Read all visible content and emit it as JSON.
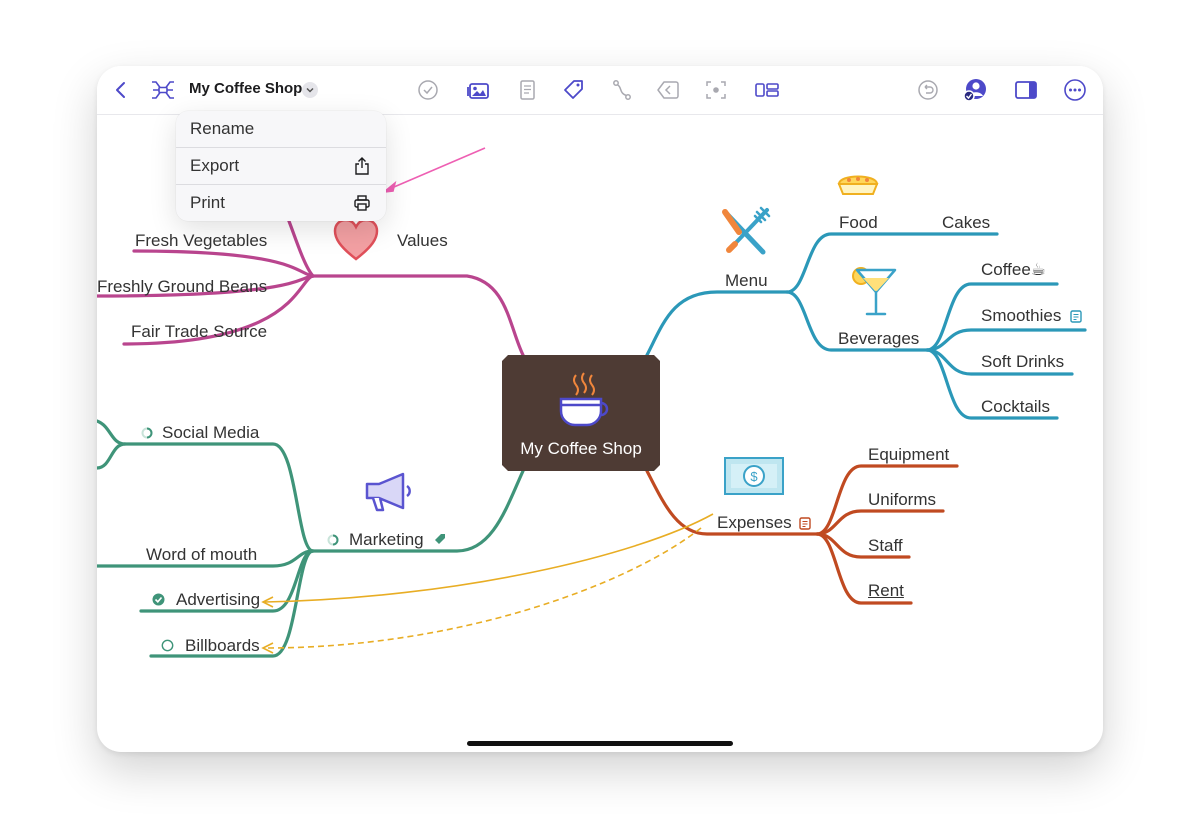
{
  "toolbar": {
    "title": "My Coffee Shop"
  },
  "menu": {
    "items": [
      "Rename",
      "Export",
      "Print"
    ]
  },
  "map": {
    "central": "My Coffee Shop",
    "values": {
      "label": "Values",
      "children": [
        "Fresh Vegetables",
        "Freshly Ground Beans",
        "Fair Trade Source"
      ]
    },
    "menu_branch": {
      "label": "Menu",
      "food": "Food",
      "cakes": "Cakes",
      "beverages": "Beverages",
      "beverage_children": [
        "Coffee☕",
        "Smoothies",
        "Soft Drinks",
        "Cocktails"
      ]
    },
    "marketing": {
      "label": "Marketing",
      "children": [
        "Social Media",
        "Word of mouth",
        "Advertising",
        "Billboards"
      ]
    },
    "expenses": {
      "label": "Expenses",
      "children": [
        "Equipment",
        "Uniforms",
        "Staff",
        "Rent"
      ]
    }
  },
  "colors": {
    "values_branch": "#b9458e",
    "menu_branch": "#2b98b8",
    "marketing_branch": "#3f9479",
    "expenses_branch": "#c04a21",
    "relationship": "#e8ad24",
    "central_bg": "#4e3b34",
    "accent": "#4d49c9",
    "annotation_arrow": "#ee5fb3"
  }
}
